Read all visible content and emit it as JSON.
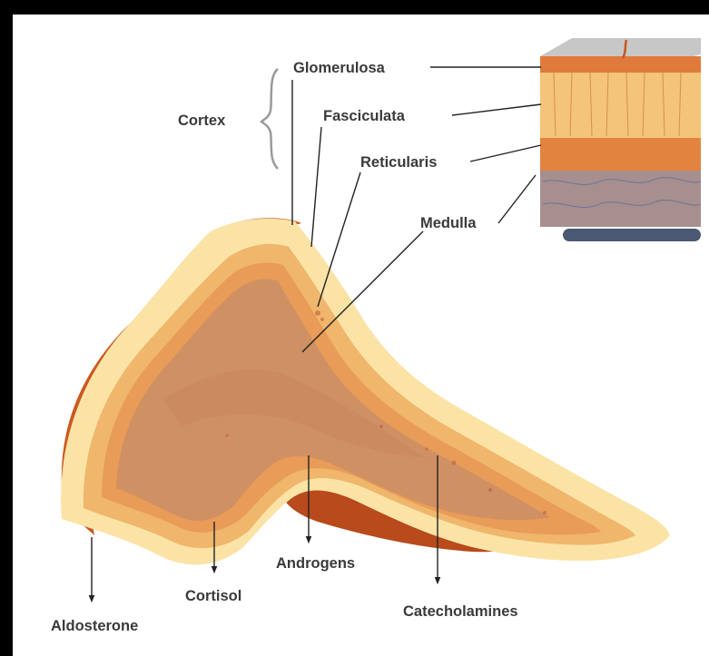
{
  "labels": {
    "cortex": "Cortex",
    "glomerulosa": "Glomerulosa",
    "fasciculata": "Fasciculata",
    "reticularis": "Reticularis",
    "medulla": "Medulla",
    "aldosterone": "Aldosterone",
    "cortisol": "Cortisol",
    "androgens": "Androgens",
    "catecholamines": "Catecholamines"
  },
  "colors": {
    "background": "#000000",
    "panel": "#ffffff",
    "capsule": "#d8642a",
    "glomerulosa": "#fbe3a6",
    "fasciculata": "#efb66c",
    "reticularis": "#e89c58",
    "medulla": "#cf9063",
    "leader_line": "#222222",
    "label_text": "#3a3a3a"
  }
}
